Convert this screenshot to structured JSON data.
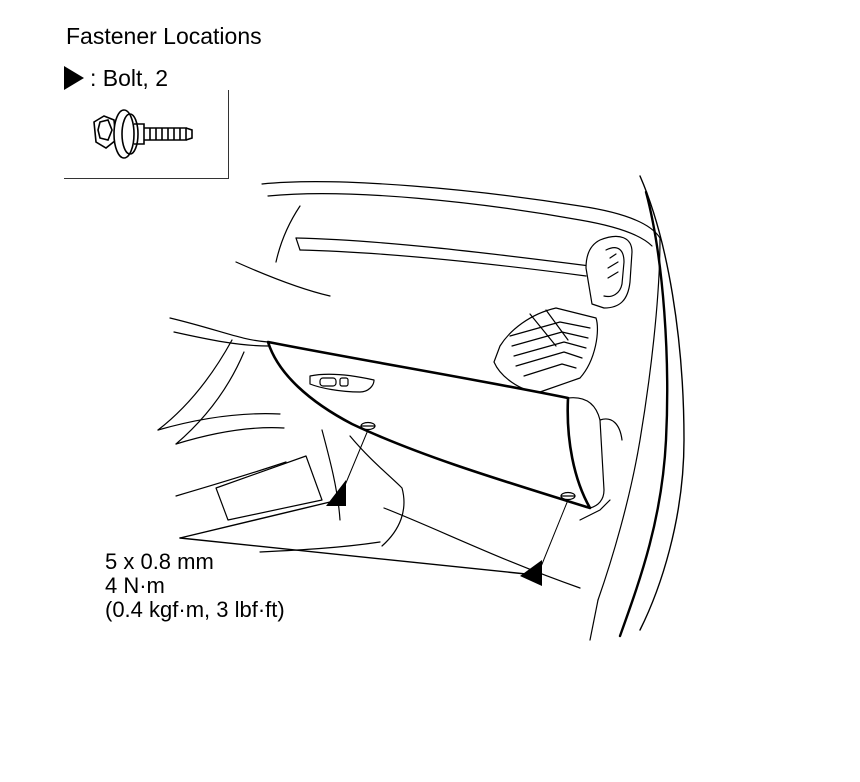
{
  "title": "Fastener Locations",
  "legend": {
    "icon": "triangle-marker-icon",
    "label": ": Bolt, 2"
  },
  "spec": {
    "size": "5 x 0.8 mm",
    "torque_nm": "4 N·m",
    "torque_alt": "(0.4 kgf·m, 3 lbf·ft)"
  },
  "colors": {
    "line": "#000000",
    "background": "#ffffff"
  }
}
